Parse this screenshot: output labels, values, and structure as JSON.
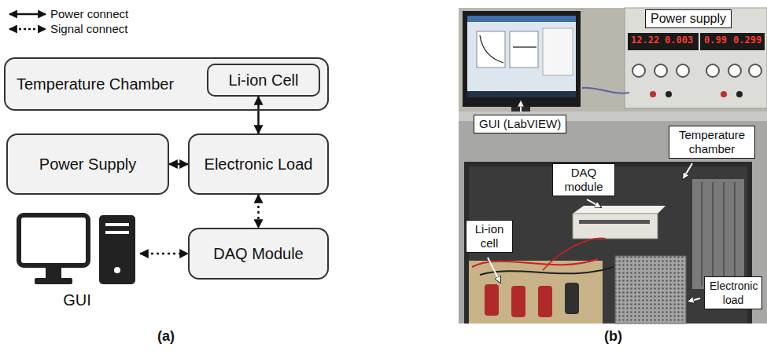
{
  "diagram": {
    "nodes": [
      {
        "text": [
          "Temperature Chamber"
        ]
      },
      {
        "text": [
          "Li-ion Cell"
        ],
        "in": 0
      },
      {
        "text": [
          "Power Supply"
        ]
      },
      {
        "text": [
          "Electronic Load"
        ]
      },
      {
        "text": [
          "GUI"
        ]
      },
      {
        "text": [
          "DAQ Module"
        ]
      },
      {
        "text": [
          "Power supply"
        ]
      },
      {
        "text": [
          "GUI (LabVIEW)"
        ]
      },
      {
        "text": [
          "Temperature chamber"
        ]
      },
      {
        "text": [
          "DAQ module"
        ]
      },
      {
        "text": [
          "Li-ion cell"
        ]
      },
      {
        "text": [
          "Electronic load"
        ]
      }
    ],
    "edges": [
      {
        "from": 1,
        "to": 3,
        "arrow": "both"
      },
      {
        "from": 2,
        "to": 3,
        "arrow": "both"
      },
      {
        "from": 3,
        "to": 5,
        "arrow": "both"
      },
      {
        "from": 4,
        "to": 5,
        "arrow": "both"
      }
    ],
    "labels": [
      "(a)",
      "(b)",
      "12.22",
      "0.003",
      "0.99",
      "0.299"
    ],
    "legend": [
      {
        "text": "Power connect"
      },
      {
        "text": "Signal connect"
      }
    ]
  }
}
